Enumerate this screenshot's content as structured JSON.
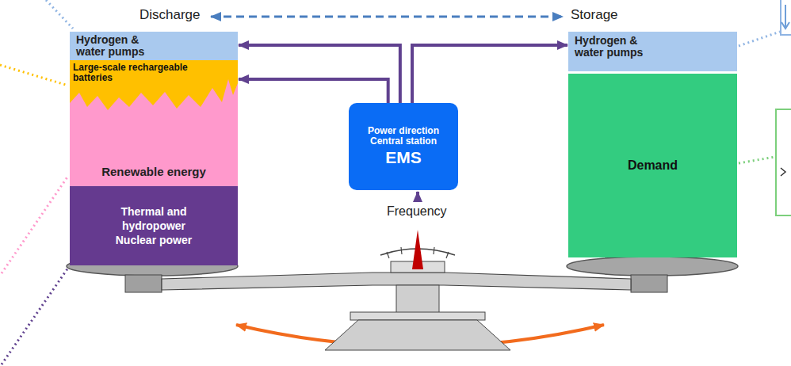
{
  "diagram": {
    "nodes": [
      {
        "text": [
          "Hydrogen & water pumps"
        ]
      },
      {
        "text": [
          "Large-scale rechargeable batteries"
        ]
      },
      {
        "text": [
          "Renewable energy"
        ]
      },
      {
        "text": [
          "Thermal and hydropower Nuclear power"
        ]
      },
      {
        "text": [
          "Power direction Central station",
          "EMS"
        ]
      },
      {
        "text": [
          "Hydrogen & water pumps"
        ]
      },
      {
        "text": [
          "Demand"
        ]
      }
    ],
    "edges": [
      {
        "from": 4,
        "to": 0,
        "arrow": "to"
      },
      {
        "from": 4,
        "to": 1,
        "arrow": "to"
      },
      {
        "from": 4,
        "to": 5,
        "arrow": "to"
      }
    ],
    "labels": [
      "Discharge",
      "Storage",
      "Frequency"
    ]
  }
}
